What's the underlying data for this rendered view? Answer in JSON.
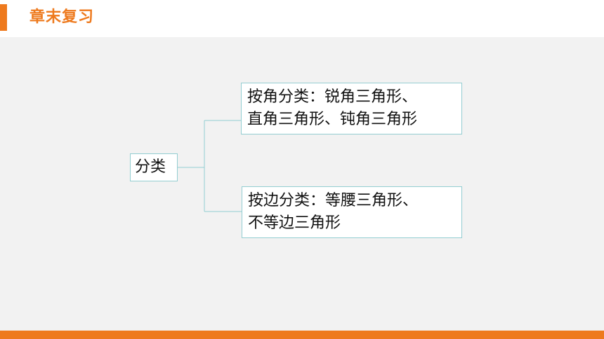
{
  "header": {
    "title": "章末复习"
  },
  "diagram": {
    "root": "分类",
    "branches": [
      {
        "lines": [
          "按角分类：锐角三角形、",
          "直角三角形、钝角三角形"
        ]
      },
      {
        "lines": [
          "按边分类：等腰三角形、",
          "不等边三角形"
        ]
      }
    ]
  },
  "colors": {
    "accent": "#ee7a1e",
    "content_background": "#f2f2f2",
    "box_border": "#93cdd1"
  }
}
